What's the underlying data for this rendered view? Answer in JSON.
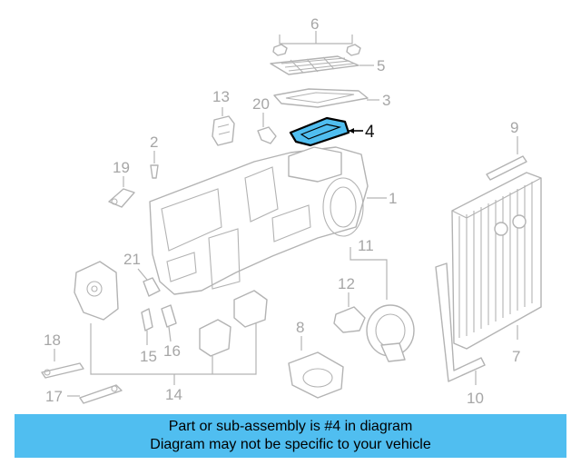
{
  "diagram": {
    "callouts": {
      "c1": "1",
      "c2": "2",
      "c3": "3",
      "c4": "4",
      "c5": "5",
      "c6": "6",
      "c7": "7",
      "c8": "8",
      "c9": "9",
      "c10": "10",
      "c11": "11",
      "c12": "12",
      "c13": "13",
      "c14": "14",
      "c15": "15",
      "c16": "16",
      "c17": "17",
      "c18": "18",
      "c19": "19",
      "c20": "20",
      "c21": "21"
    },
    "highlighted_part": "4",
    "colors": {
      "highlight": "#50bef0",
      "line": "#b3b3b3",
      "label": "#a6a6a6"
    }
  },
  "caption": {
    "line1": "Part or sub-assembly is #4 in diagram",
    "line2": "Diagram may not be specific to your vehicle",
    "background": "#50bef0"
  }
}
